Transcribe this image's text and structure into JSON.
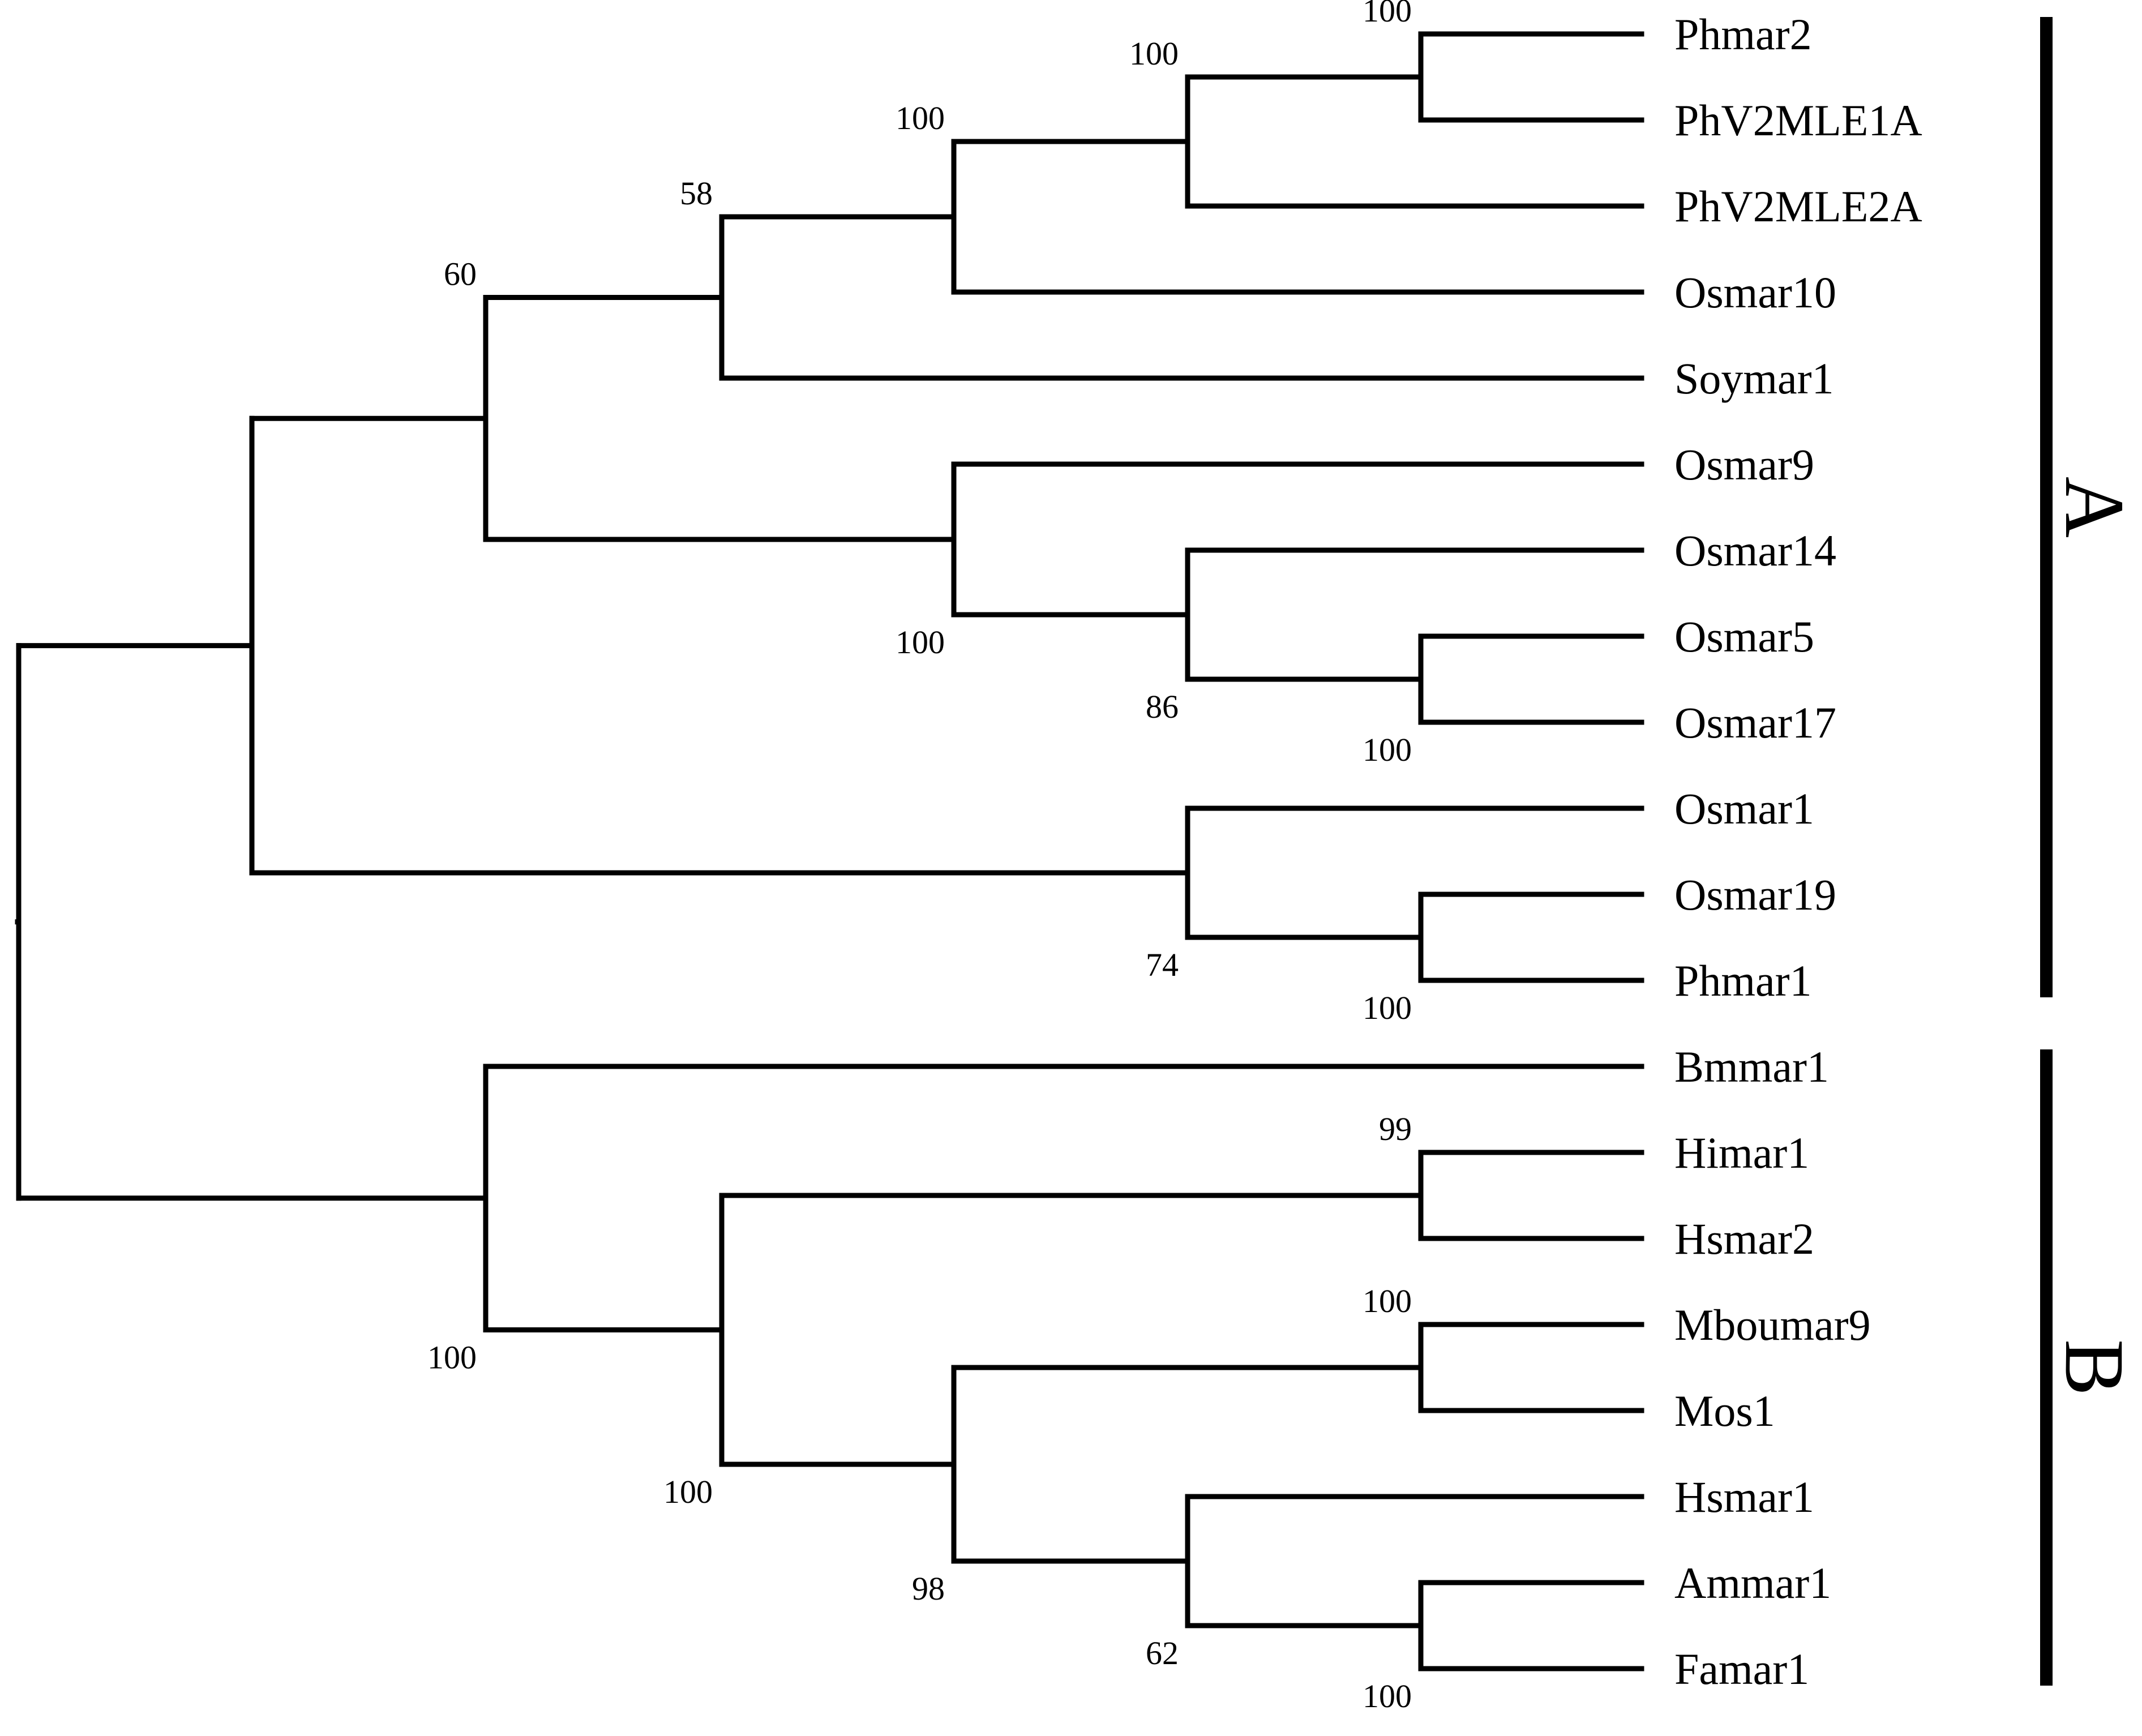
{
  "tree": {
    "leaves": [
      "Phmar2",
      "PhV2MLE1A",
      "PhV2MLE2A",
      "Osmar10",
      "Soymar1",
      "Osmar9",
      "Osmar14",
      "Osmar5",
      "Osmar17",
      "Osmar1",
      "Osmar19",
      "Phmar1",
      "Bmmar1",
      "Himar1",
      "Hsmar2",
      "Mboumar9",
      "Mos1",
      "Hsmar1",
      "Ammar1",
      "Famar1"
    ],
    "support_values": [
      "100",
      "100",
      "100",
      "58",
      "60",
      "100",
      "86",
      "100",
      "74",
      "100",
      "100",
      "99",
      "100",
      "98",
      "62",
      "100"
    ],
    "clades": [
      {
        "label": "A",
        "first_leaf": "Phmar2",
        "last_leaf": "Phmar1"
      },
      {
        "label": "B",
        "first_leaf": "Bmmar1",
        "last_leaf": "Famar1"
      }
    ]
  }
}
